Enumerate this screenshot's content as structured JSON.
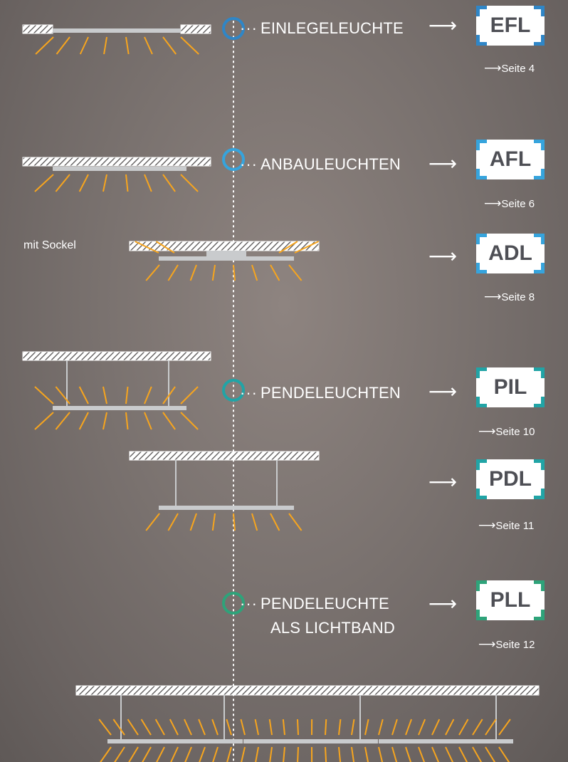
{
  "colors": {
    "blue": "#2f86c7",
    "sky": "#36a4dd",
    "teal": "#21a4a6",
    "green": "#2ea37a",
    "light": "#f7a51e",
    "bar": "#c9cbcd",
    "ceiling": "#ffffff"
  },
  "arrow_glyph": "⟶",
  "sections": [
    {
      "label": "EINLEGELEUCHTE",
      "code": "EFL",
      "page": "Seite 4",
      "color": "#2f86c7"
    },
    {
      "label": "ANBAULEUCHTEN",
      "code": "AFL",
      "page": "Seite 6",
      "color": "#36a4dd"
    },
    {
      "label": "",
      "side_label": "mit Sockel",
      "code": "ADL",
      "page": "Seite 8",
      "color": "#36a4dd"
    },
    {
      "label": "PENDELEUCHTEN",
      "code": "PIL",
      "page": "Seite 10",
      "color": "#21a4a6"
    },
    {
      "label": "",
      "code": "PDL",
      "page": "Seite 11",
      "color": "#21a4a6"
    },
    {
      "label_line1": "PENDELEUCHTE",
      "label_line2": "ALS LICHTBAND",
      "code": "PLL",
      "page": "Seite 12",
      "color": "#2ea37a"
    }
  ]
}
